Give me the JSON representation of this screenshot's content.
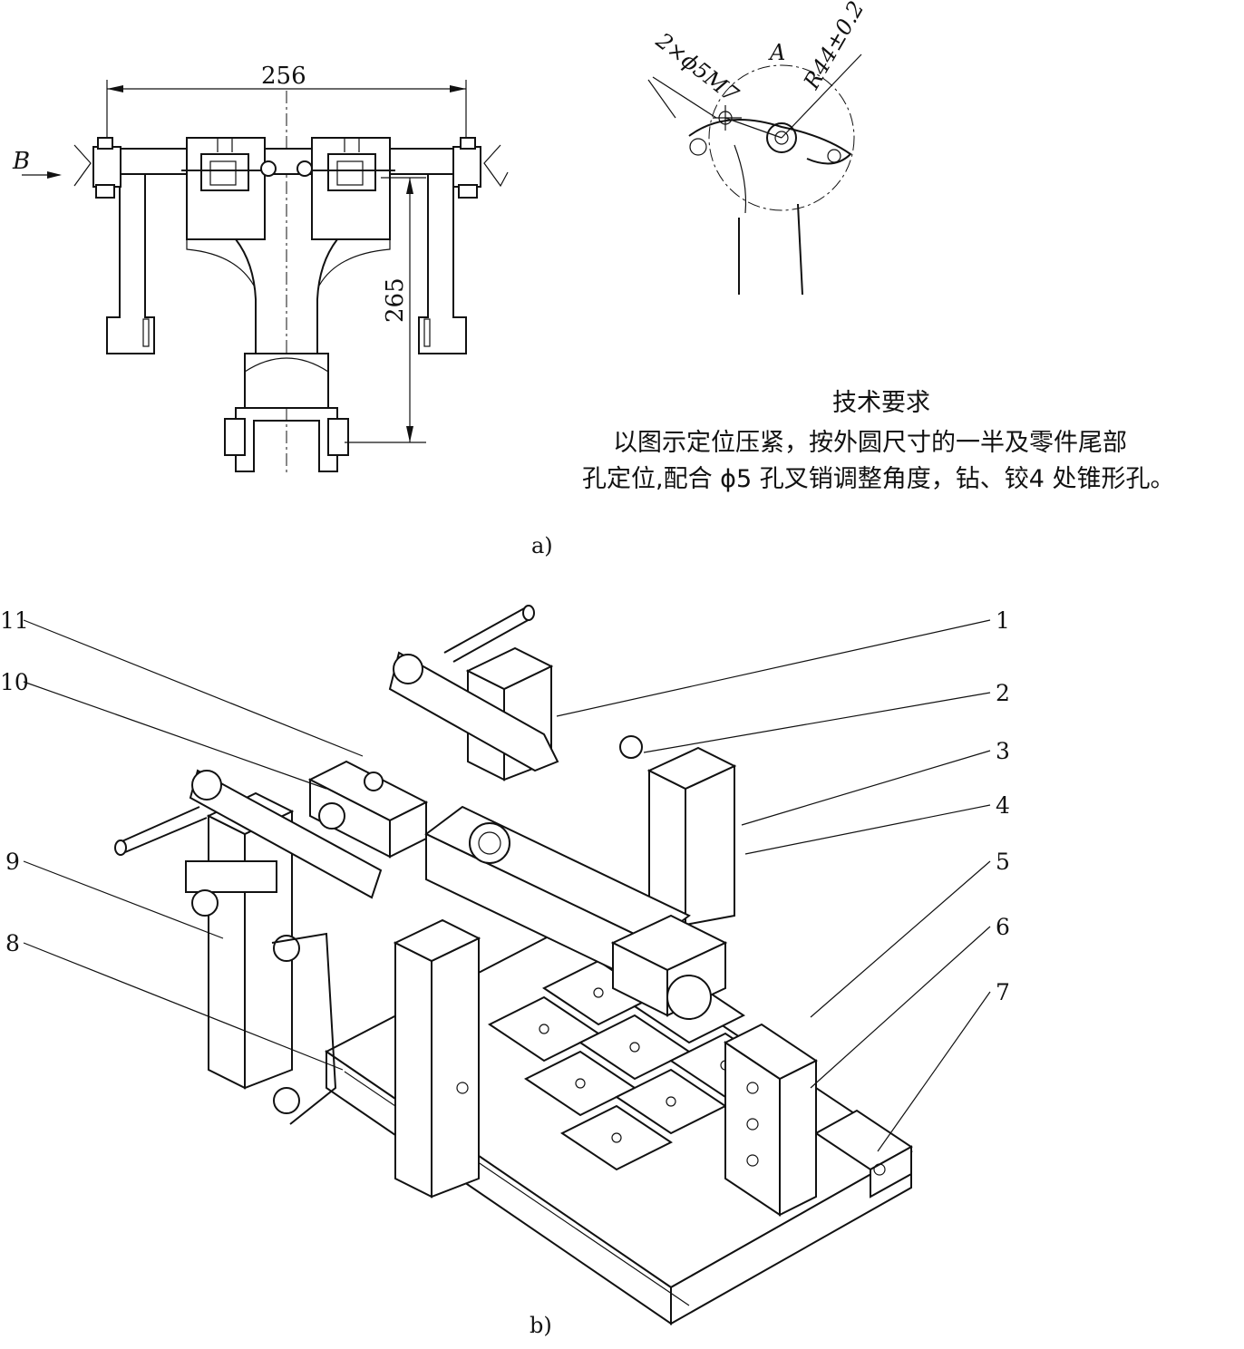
{
  "view_a": {
    "caption": "a)",
    "dim_width": "256",
    "dim_height": "265",
    "view_arrow": "B",
    "detail_label": "A",
    "hole_callout": "2×ϕ5M7",
    "radius_callout": "R44±0.2"
  },
  "tech_requirements": {
    "title": "技术要求",
    "line1": "以图示定位压紧，按外圆尺寸的一半及零件尾部",
    "line2": "孔定位,配合 ϕ5 孔叉销调整角度，钻、铰4 处锥形孔。"
  },
  "view_b": {
    "caption": "b)",
    "callouts": [
      "1",
      "2",
      "3",
      "4",
      "5",
      "6",
      "7",
      "8",
      "9",
      "10",
      "11"
    ]
  }
}
